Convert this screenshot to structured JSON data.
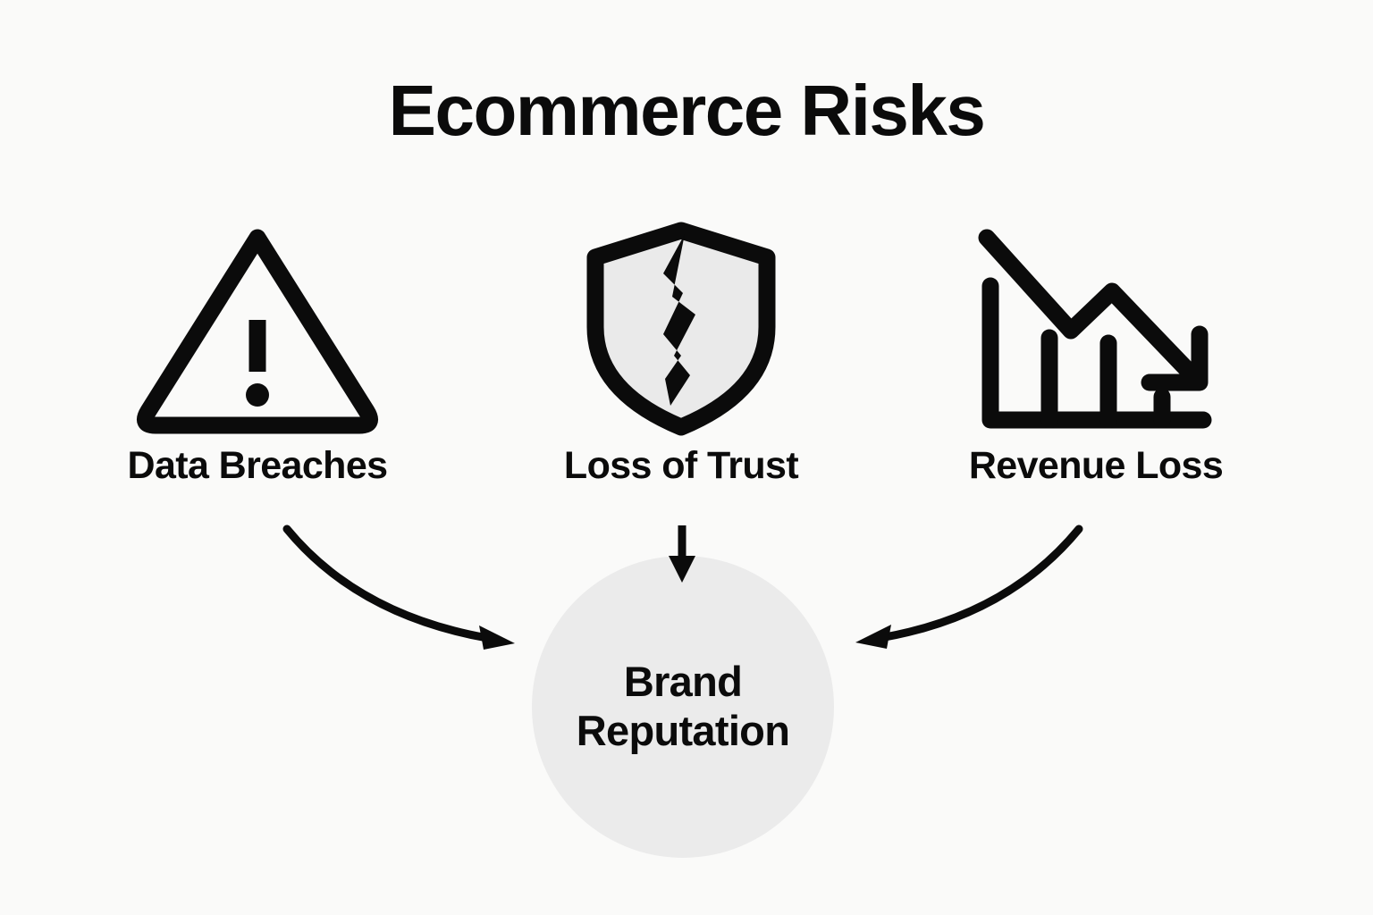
{
  "page": {
    "title": "Ecommerce Risks",
    "background_color": "#FAFAF9",
    "ink_color": "#0B0B0B",
    "fill_gray": "#EBEBEB"
  },
  "nodes": [
    {
      "id": "data-breaches",
      "label": "Data Breaches",
      "icon": "warning-triangle-icon"
    },
    {
      "id": "loss-of-trust",
      "label": "Loss of Trust",
      "icon": "cracked-shield-icon"
    },
    {
      "id": "revenue-loss",
      "label": "Revenue Loss",
      "icon": "declining-chart-icon"
    }
  ],
  "center": {
    "id": "brand-reputation",
    "line1": "Brand",
    "line2": "Reputation",
    "shape": "circle",
    "fill": "#EBEBEB"
  },
  "connectors": [
    {
      "id": "arrow-breaches-to-brand",
      "from": "data-breaches",
      "to": "brand-reputation",
      "style": "curved",
      "direction": "down-right"
    },
    {
      "id": "arrow-trust-to-brand",
      "from": "loss-of-trust",
      "to": "brand-reputation",
      "style": "straight",
      "direction": "down"
    },
    {
      "id": "arrow-revenue-to-brand",
      "from": "revenue-loss",
      "to": "brand-reputation",
      "style": "curved",
      "direction": "down-left"
    }
  ]
}
